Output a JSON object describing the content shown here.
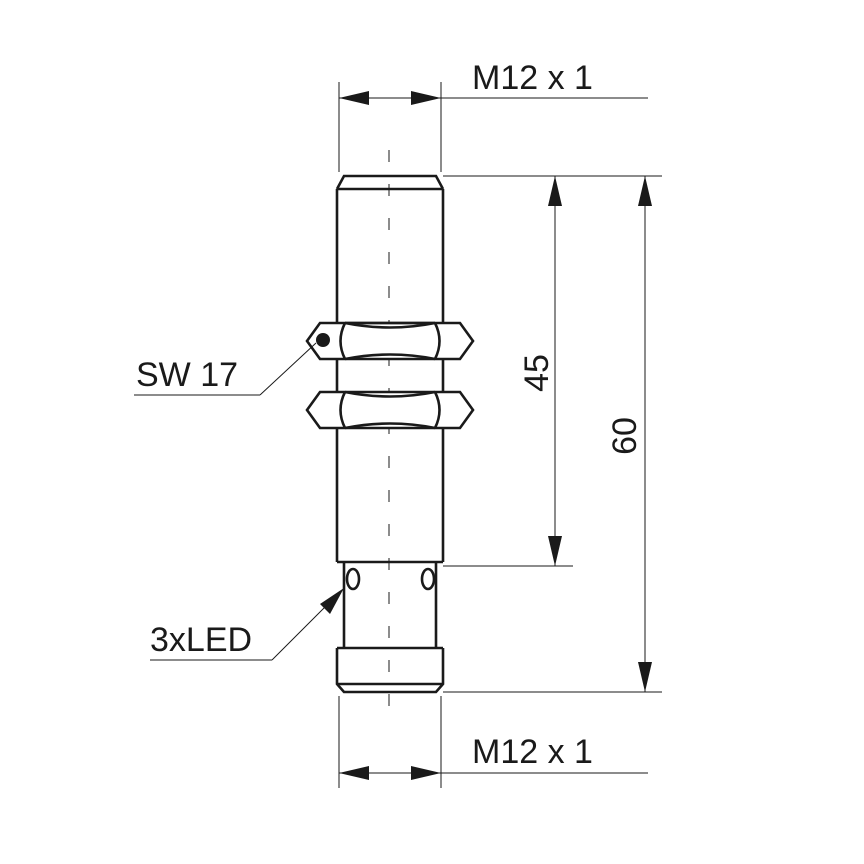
{
  "drawing": {
    "dimensions": {
      "thread_top": "M12 x 1",
      "thread_bottom": "M12 x 1",
      "length_short": "45",
      "length_total": "60"
    },
    "callouts": {
      "wrench_size": "SW 17",
      "led": "3xLED"
    },
    "colors": {
      "line": "#1a1a1a",
      "background": "#ffffff"
    }
  }
}
